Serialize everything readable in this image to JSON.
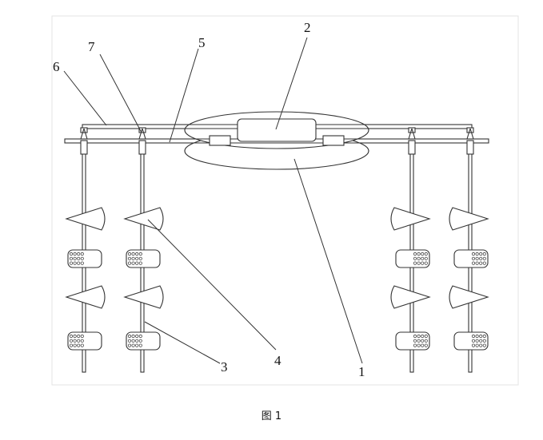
{
  "figure": {
    "caption": "图 1",
    "labels": {
      "l1": "1",
      "l2": "2",
      "l3": "3",
      "l4": "4",
      "l5": "5",
      "l6": "6",
      "l7": "7"
    }
  }
}
